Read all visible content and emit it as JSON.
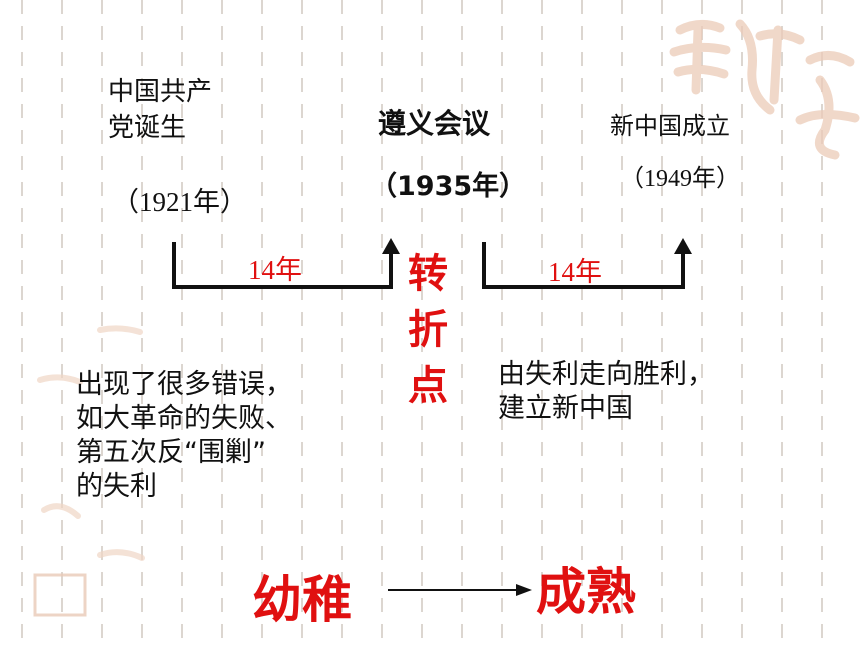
{
  "events": {
    "founding": {
      "name_line1": "中国共产",
      "name_line2": "党诞生",
      "year": "（1921年）"
    },
    "zunyi": {
      "name": "遵义会议",
      "year": "（1935年）"
    },
    "prc": {
      "name": "新中国成立",
      "year": "（1949年）"
    }
  },
  "intervals": {
    "first": "14年",
    "second": "14年"
  },
  "turning_point": {
    "chars": [
      "转",
      "折",
      "点"
    ]
  },
  "left_desc": {
    "lines": [
      "出现了很多错误，",
      "如大革命的失败、",
      "第五次反“围剿”",
      "的失利"
    ]
  },
  "right_desc": {
    "lines": [
      "由失利走向胜利，",
      "建立新中国"
    ]
  },
  "conclusion": {
    "from": "幼稚",
    "to": "成熟"
  },
  "colors": {
    "accent": "#e01010",
    "text": "#111111",
    "grid": "#d8d0c8",
    "deco": "#e8c7b3"
  }
}
